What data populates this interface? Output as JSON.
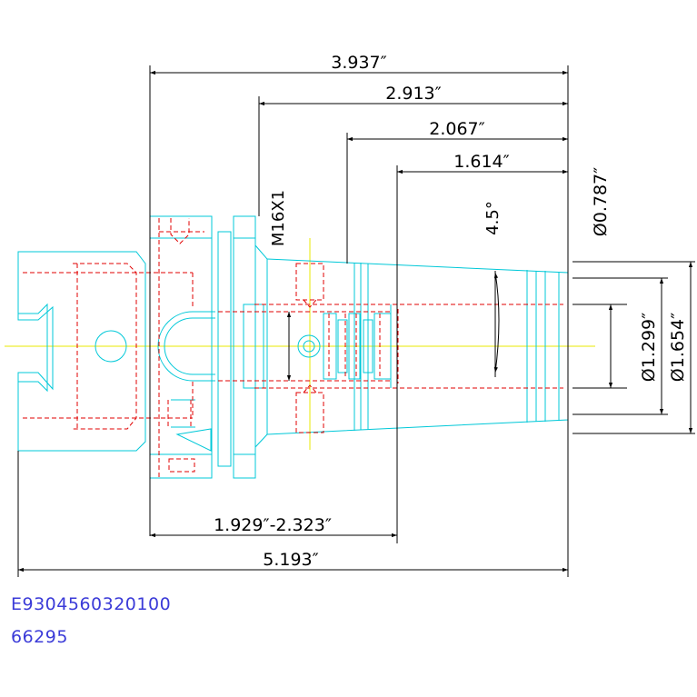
{
  "dimensions": {
    "overall_length_top": "3.937″",
    "length_from_flange": "2.913″",
    "length_mid": "2.067″",
    "length_short": "1.614″",
    "gauge_range": "1.929″-2.323″",
    "overall_length": "5.193″",
    "bore_dia": "Ø0.787″",
    "nose_dia_small": "Ø1.299″",
    "nose_dia_large": "Ø1.654″",
    "taper_angle": "4.5°",
    "thread": "M16X1"
  },
  "part": {
    "number": "E9304560320100",
    "code": "66295"
  },
  "colors": {
    "body_outline": "#00c8d8",
    "hidden_lines": "#e00000",
    "dimension_lines": "#000000",
    "center_line": "#e8e800",
    "id_text": "#3b3bd8"
  }
}
